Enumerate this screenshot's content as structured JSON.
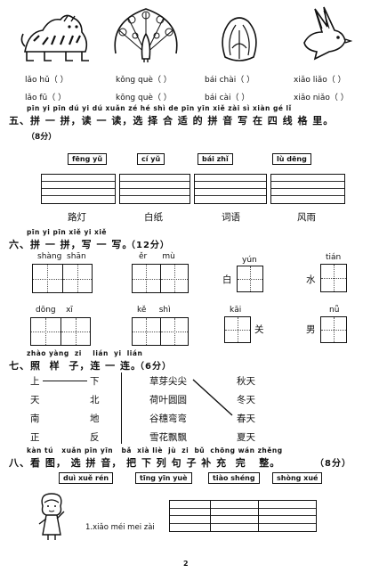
{
  "illustrations": [
    "tiger",
    "peacock",
    "cabbage",
    "bird"
  ],
  "s4": {
    "row1": [
      {
        "text": "lǎo hǔ（    ）"
      },
      {
        "text": "kǒng què（    ）"
      },
      {
        "text": "bái chài（    ）"
      },
      {
        "text": "xiǎo liǎo（    ）"
      }
    ],
    "row2": [
      {
        "text": "lǎo fū（    ）"
      },
      {
        "text": "kōng què（    ）"
      },
      {
        "text": "bái cài（    ）"
      },
      {
        "text": "xiǎo niǎo（    ）"
      }
    ]
  },
  "s5": {
    "py": "pīn  yi  pīn   dú  yi  dú   xuǎn zé  hé  shì de  pīn yīn xiě  zài  sì  xiàn gé  lǐ",
    "title": "五、拼 一 拼，读 一 读，选 择 合 适 的 拼 音 写 在 四 线 格 里。",
    "score": "（8分）",
    "options": [
      "fēng yǔ",
      "cí yǔ",
      "bái zhǐ",
      "lù dēng"
    ],
    "words": [
      "路灯",
      "白纸",
      "词语",
      "风雨"
    ]
  },
  "s6": {
    "py": "pīn  yi  pīn   xiě  yi  xiě",
    "title": "六、拼 一 拼，写 一 写。",
    "score": "（12分）",
    "items": [
      {
        "py": "shàng  shān"
      },
      {
        "py": "ěr      mù"
      },
      {
        "py": "yún",
        "char": "白"
      },
      {
        "py": "tián",
        "char": "水"
      },
      {
        "py": "dōng    xī"
      },
      {
        "py": "kě     shì"
      },
      {
        "py": "kāi",
        "char": "关"
      },
      {
        "py": "nǚ",
        "char": "男"
      }
    ]
  },
  "s7": {
    "py": "zhào yàng  zi    lián  yi  lián",
    "title": "七、照  样  子，连 一 连。",
    "score": "（6分）",
    "left_a": [
      "上",
      "天",
      "南",
      "正"
    ],
    "left_b": [
      "下",
      "北",
      "地",
      "反"
    ],
    "right_a": [
      "草芽尖尖",
      "荷叶圆圆",
      "谷穗弯弯",
      "雪花飘飘"
    ],
    "right_b": [
      "秋天",
      "冬天",
      "春天",
      "夏天"
    ]
  },
  "s8": {
    "py": "kàn tú   xuǎn pīn yīn   bǎ  xià liè  jù  zi  bǔ  chōng wán zhěng",
    "title": "八、看 图， 选 拼 音， 把 下 列 句 子 补 充  完   整。",
    "score": "（8分）",
    "options": [
      "duì xuě rén",
      "tīng yīn yuè",
      "tiào shéng",
      "shòng xué"
    ],
    "sentence": "1.xiǎo méi mei zài"
  },
  "page_number": "2"
}
